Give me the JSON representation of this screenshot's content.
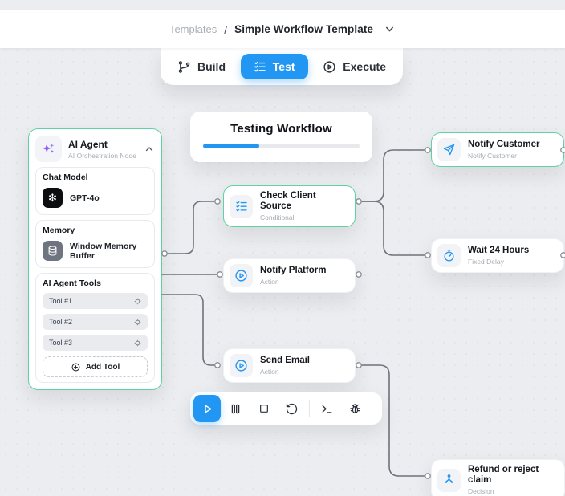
{
  "breadcrumb": {
    "section": "Templates",
    "separator": "/",
    "current": "Simple Workflow Template"
  },
  "tabs": {
    "build": "Build",
    "test": "Test",
    "execute": "Execute",
    "active_tab": "Test"
  },
  "status_card": {
    "title": "Testing Workflow",
    "progress_percent": 36
  },
  "agent_panel": {
    "title": "AI Agent",
    "subtitle": "AI Orchestration Node",
    "chat_model": {
      "label": "Chat Model",
      "value": "GPT-4o"
    },
    "memory": {
      "label": "Memory",
      "value": "Window Memory Buffer"
    },
    "tools": {
      "label": "AI Agent Tools",
      "items": [
        "Tool #1",
        "Tool #2",
        "Tool #3"
      ],
      "add_label": "Add Tool"
    }
  },
  "nodes": [
    {
      "title": "Check Client Source",
      "subtitle": "Conditional",
      "icon": "checklist-icon",
      "highlighted": true
    },
    {
      "title": "Notify Platform",
      "subtitle": "Action",
      "icon": "play-circle-icon",
      "highlighted": false
    },
    {
      "title": "Send Email",
      "subtitle": "Action",
      "icon": "play-circle-icon",
      "highlighted": false
    },
    {
      "title": "Notify Customer",
      "subtitle": "Notify Customer",
      "icon": "send-icon",
      "highlighted": true
    },
    {
      "title": "Wait 24 Hours",
      "subtitle": "Fixed Delay",
      "icon": "stopwatch-icon",
      "highlighted": false
    },
    {
      "title": "Refund or reject claim",
      "subtitle": "Decision",
      "icon": "branch-icon",
      "highlighted": false
    }
  ],
  "toolbar": {
    "buttons": [
      "play",
      "pause",
      "stop",
      "reset",
      "terminal",
      "debug"
    ]
  },
  "colors": {
    "accent_blue": "#2196f3",
    "accent_green": "#5ed3a1",
    "agent_purple": "#8b5cf6",
    "canvas_bg": "#ecedf0",
    "wire": "#6d737b"
  }
}
